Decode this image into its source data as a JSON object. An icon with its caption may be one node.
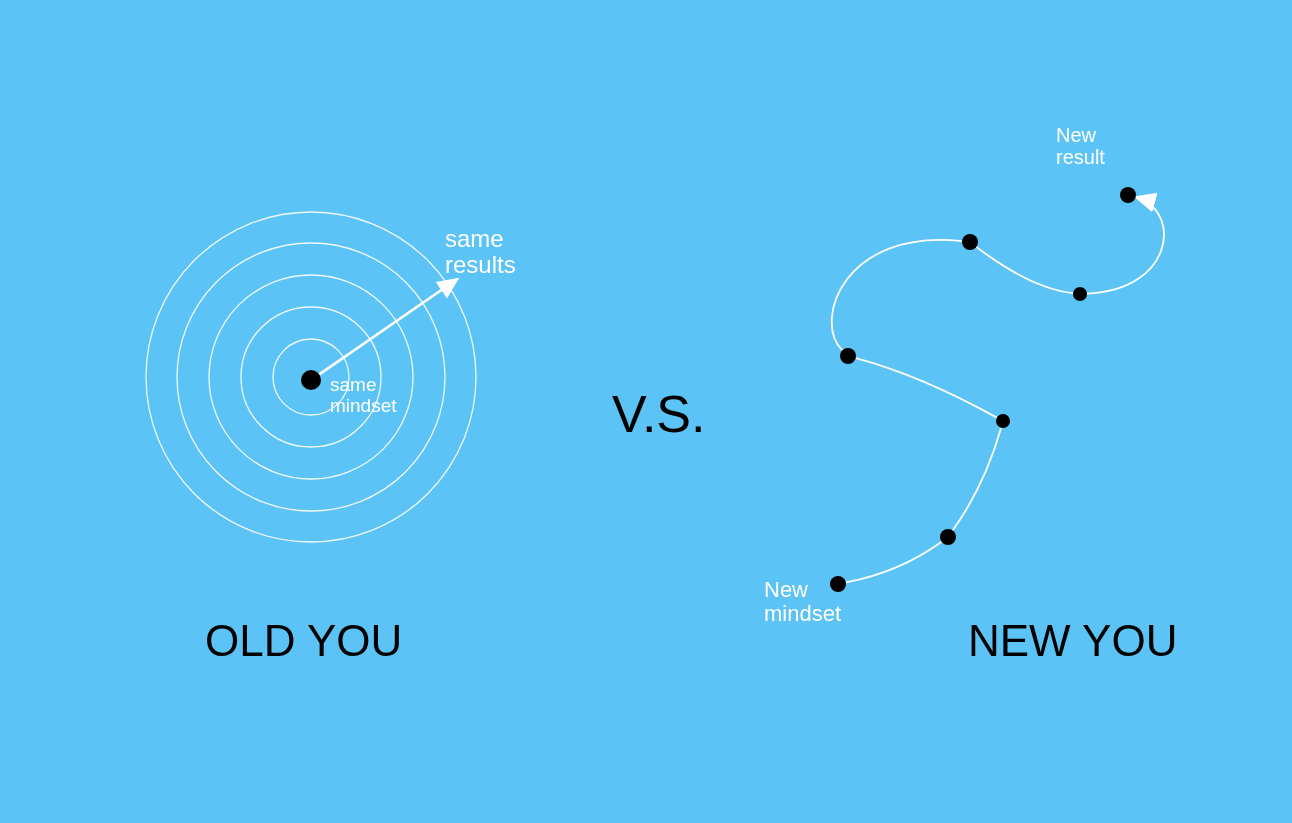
{
  "diagram": {
    "nodes": [
      {
        "text": [],
        "shape": "circle",
        "beside": [
          "same mindset"
        ]
      },
      {
        "text": [
          "same results"
        ]
      },
      {
        "text": [],
        "shape": "circle",
        "beside": [
          "New mindset"
        ]
      },
      {
        "text": [],
        "shape": "circle"
      },
      {
        "text": [],
        "shape": "circle"
      },
      {
        "text": [],
        "shape": "circle"
      },
      {
        "text": [],
        "shape": "circle"
      },
      {
        "text": [],
        "shape": "circle"
      },
      {
        "text": [],
        "shape": "circle",
        "beside": [
          "New result"
        ]
      }
    ],
    "edges": [
      {
        "from": 0,
        "to": 1,
        "arrow": "to"
      },
      {
        "from": 2,
        "to": 4,
        "arrow": "none"
      },
      {
        "from": 4,
        "to": 6,
        "arrow": "none"
      },
      {
        "from": 6,
        "to": 3,
        "arrow": "none"
      },
      {
        "from": 3,
        "to": 5,
        "arrow": "none"
      },
      {
        "from": 5,
        "to": 7,
        "arrow": "none"
      },
      {
        "from": 7,
        "to": 8,
        "arrow": "to"
      }
    ],
    "labels": [
      "V.S.",
      "OLD YOU",
      "NEW YOU"
    ]
  }
}
